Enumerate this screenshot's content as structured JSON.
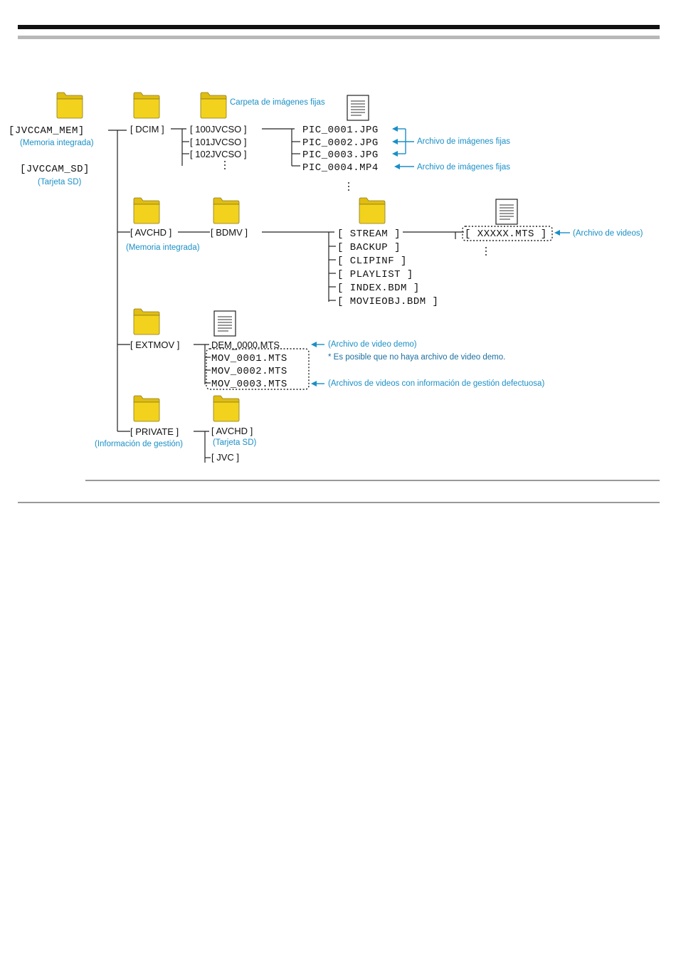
{
  "colors": {
    "accent": "#1a8fc7",
    "folder": "#f2d21c",
    "rule_gray": "#b8b8b8"
  },
  "icons": {
    "folder": "folder-icon",
    "file": "file-icon",
    "arrow": "arrow-left-icon"
  },
  "tree": {
    "root_mem": "[JVCCAM_MEM]",
    "root_mem_note": "(Memoria integrada)",
    "root_sd": "[JVCCAM_SD]",
    "root_sd_note": "(Tarjeta SD)",
    "dcim": {
      "label": "[ DCIM ]",
      "folder_note": "Carpeta de imágenes fijas",
      "subfolders": [
        "[ 100JVCSO ]",
        "[ 101JVCSO ]",
        "[ 102JVCSO ]"
      ],
      "files": [
        "PIC_0001.JPG",
        "PIC_0002.JPG",
        "PIC_0003.JPG",
        "PIC_0004.MP4"
      ],
      "note_jpg": "Archivo de imágenes fijas",
      "note_mp4": "Archivo de imágenes fijas"
    },
    "avchd": {
      "label": "[ AVCHD ]",
      "note": "(Memoria integrada)",
      "bdmv": "[ BDMV ]",
      "items": [
        "[ STREAM ]",
        "[ BACKUP ]",
        "[ CLIPINF ]",
        "[ PLAYLIST ]",
        "[ INDEX.BDM ]",
        "[ MOVIEOBJ.BDM ]"
      ],
      "stream_file": "[ XXXXX.MTS ]",
      "stream_note": "(Archivo de videos)"
    },
    "extmov": {
      "label": "[ EXTMOV ]",
      "demo": "DEM_0000.MTS",
      "demo_note": "(Archivo de video demo)",
      "demo_footnote": "* Es posible que no haya archivo de video demo.",
      "files": [
        "MOV_0001.MTS",
        "MOV_0002.MTS",
        "MOV_0003.MTS"
      ],
      "files_note": "(Archivos de videos con información de gestión defectuosa)"
    },
    "private": {
      "label": "[ PRIVATE ]",
      "note": "(Información de gestión)",
      "avchd": "[ AVCHD ]",
      "avchd_note": "(Tarjeta SD)",
      "jvc": "[ JVC ]"
    }
  }
}
